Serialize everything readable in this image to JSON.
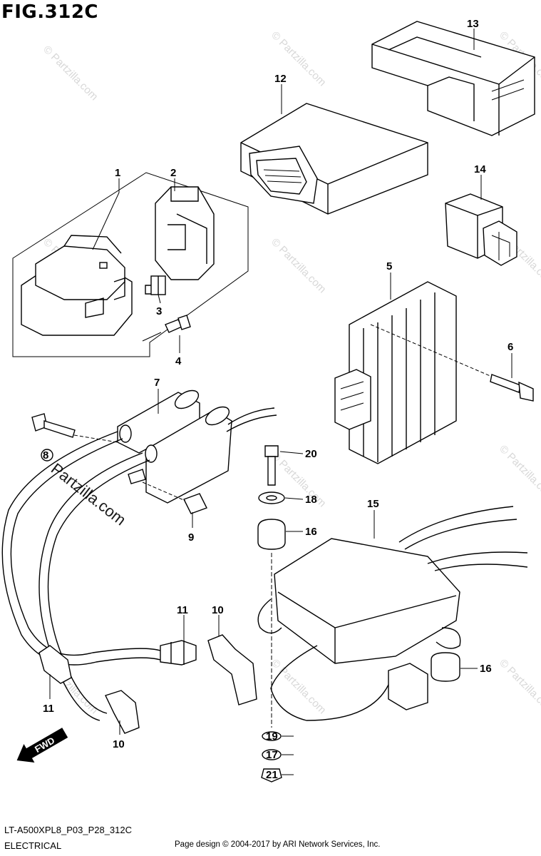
{
  "figure": {
    "title": "FIG.312C"
  },
  "callouts": [
    {
      "id": "1",
      "label": "1"
    },
    {
      "id": "2",
      "label": "2"
    },
    {
      "id": "3",
      "label": "3"
    },
    {
      "id": "4",
      "label": "4"
    },
    {
      "id": "5",
      "label": "5"
    },
    {
      "id": "6",
      "label": "6"
    },
    {
      "id": "7",
      "label": "7"
    },
    {
      "id": "8",
      "label": "8"
    },
    {
      "id": "9",
      "label": "9"
    },
    {
      "id": "10",
      "label": "10"
    },
    {
      "id": "11",
      "label": "11"
    },
    {
      "id": "12",
      "label": "12"
    },
    {
      "id": "13",
      "label": "13"
    },
    {
      "id": "14",
      "label": "14"
    },
    {
      "id": "15",
      "label": "15"
    },
    {
      "id": "16",
      "label": "16"
    },
    {
      "id": "17",
      "label": "17"
    },
    {
      "id": "18",
      "label": "18"
    },
    {
      "id": "19",
      "label": "19"
    },
    {
      "id": "20",
      "label": "20"
    },
    {
      "id": "21",
      "label": "21"
    }
  ],
  "watermark": {
    "text": "© Partzilla.com",
    "large_text": "Partzilla.com"
  },
  "direction_marker": {
    "label": "FWD"
  },
  "footer": {
    "model_code": "LT-A500XPL8_P03_P28_312C",
    "section": "ELECTRICAL",
    "credit": "Page design © 2004-2017 by ARI Network Services, Inc."
  }
}
